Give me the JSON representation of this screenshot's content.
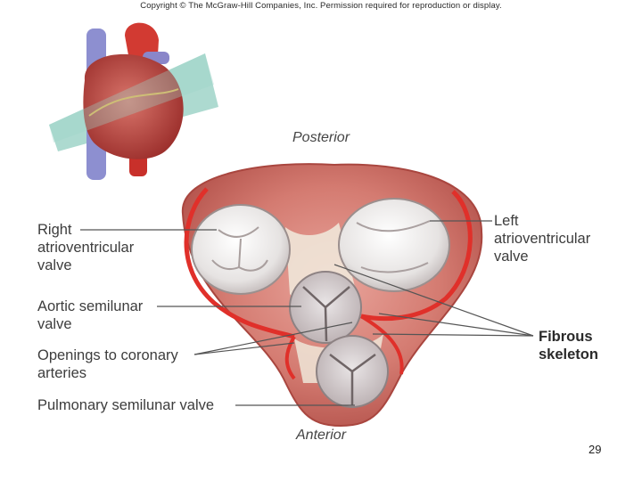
{
  "copyright": "Copyright © The McGraw-Hill Companies, Inc. Permission required for reproduction or display.",
  "orientation": {
    "top": "Posterior",
    "bottom": "Anterior"
  },
  "labels": {
    "right_av": [
      "Right",
      "atrioventricular",
      "valve"
    ],
    "aortic": [
      "Aortic semilunar",
      "valve"
    ],
    "coronary": [
      "Openings to coronary",
      "arteries"
    ],
    "pulmonary": "Pulmonary semilunar valve",
    "left_av": [
      "Left",
      "atrioventricular",
      "valve"
    ],
    "fibrous": [
      "Fibrous",
      "skeleton"
    ]
  },
  "page_number": "29",
  "colors": {
    "muscle": "#c9655d",
    "coronary_vessel": "#e0302a",
    "valve": "#e8e6e4",
    "fibrous_tissue": "#efe6d8",
    "plane": "#9fd3c8"
  }
}
